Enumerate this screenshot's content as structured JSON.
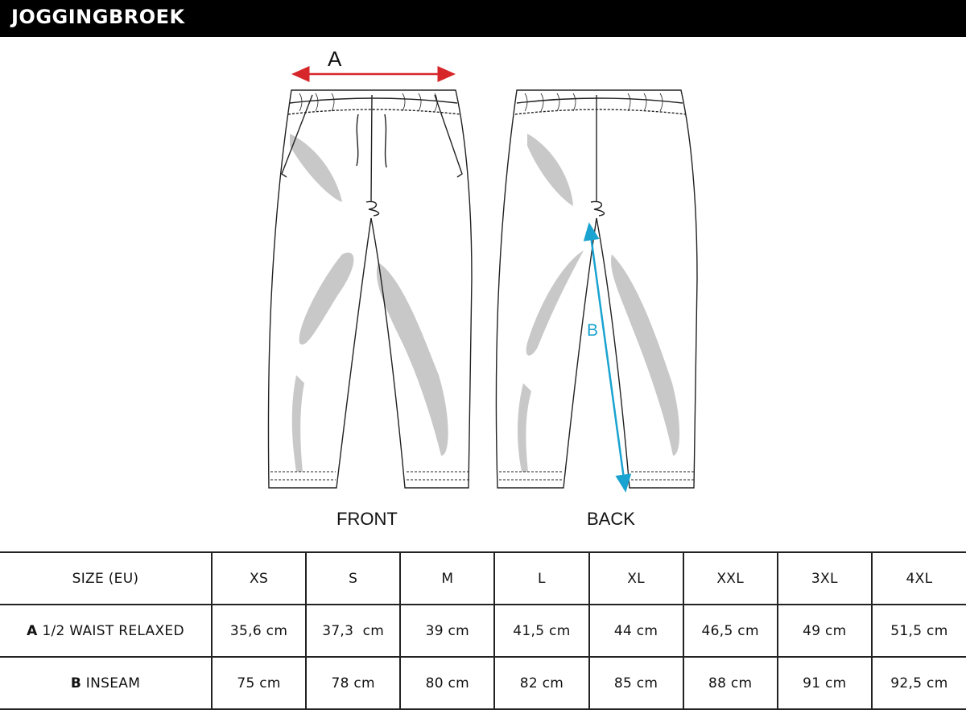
{
  "header": {
    "title": "JOGGINGBROEK"
  },
  "diagram": {
    "front_label": "FRONT",
    "back_label": "BACK",
    "dim_a_label": "A",
    "dim_b_label": "B",
    "colors": {
      "dim_a": "#d7262a",
      "dim_b": "#1aa3d0",
      "outline": "#222222",
      "shading": "#c8c8c8"
    },
    "icons": [
      "front-pants-drawing",
      "back-pants-drawing"
    ]
  },
  "table": {
    "header_label": "SIZE (EU)",
    "sizes": [
      "XS",
      "S",
      "M",
      "L",
      "XL",
      "XXL",
      "3XL",
      "4XL"
    ],
    "rows": [
      {
        "key": "A",
        "label": "1/2 WAIST RELAXED",
        "values": [
          "35,6 cm",
          "37,3  cm",
          "39 cm",
          "41,5 cm",
          "44 cm",
          "46,5 cm",
          "49 cm",
          "51,5 cm"
        ]
      },
      {
        "key": "B",
        "label": "INSEAM",
        "values": [
          "75 cm",
          "78 cm",
          "80 cm",
          "82 cm",
          "85 cm",
          "88 cm",
          "91 cm",
          "92,5 cm"
        ]
      }
    ]
  }
}
